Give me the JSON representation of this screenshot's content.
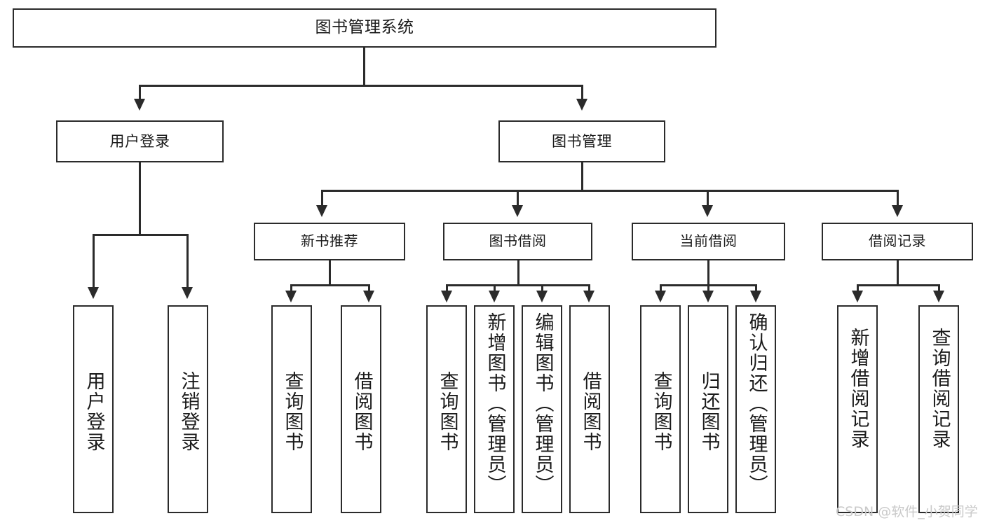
{
  "diagram": {
    "title": "图书管理系统",
    "type": "tree",
    "watermark": "CSDN @软件_小贺同学",
    "accent_color": "#2b2b2b",
    "background_color": "#ffffff"
  },
  "root": {
    "label": "图书管理系统"
  },
  "level2": [
    {
      "id": "user-login",
      "label": "用户登录"
    },
    {
      "id": "book-manage",
      "label": "图书管理"
    }
  ],
  "level3": [
    {
      "id": "new-book-rec",
      "label": "新书推荐"
    },
    {
      "id": "book-borrow",
      "label": "图书借阅"
    },
    {
      "id": "current-borrow",
      "label": "当前借阅"
    },
    {
      "id": "borrow-record",
      "label": "借阅记录"
    }
  ],
  "leaves": {
    "user_login": [
      {
        "id": "leaf-user-login",
        "label": "用户登录"
      },
      {
        "id": "leaf-logout",
        "label": "注销登录"
      }
    ],
    "new_book_rec": [
      {
        "id": "leaf-query-book-1",
        "label": "查询图书"
      },
      {
        "id": "leaf-borrow-book-1",
        "label": "借阅图书"
      }
    ],
    "book_borrow": [
      {
        "id": "leaf-query-book-2",
        "label": "查询图书"
      },
      {
        "id": "leaf-add-book",
        "label": "新增图书（管理员）"
      },
      {
        "id": "leaf-edit-book",
        "label": "编辑图书（管理员）"
      },
      {
        "id": "leaf-borrow-book-2",
        "label": "借阅图书"
      }
    ],
    "current_borrow": [
      {
        "id": "leaf-query-book-3",
        "label": "查询图书"
      },
      {
        "id": "leaf-return-book",
        "label": "归还图书"
      },
      {
        "id": "leaf-confirm-return",
        "label": "确认归还（管理员）"
      }
    ],
    "borrow_record": [
      {
        "id": "leaf-add-record",
        "label": "新增借阅记录"
      },
      {
        "id": "leaf-query-record",
        "label": "查询借阅记录"
      }
    ]
  }
}
